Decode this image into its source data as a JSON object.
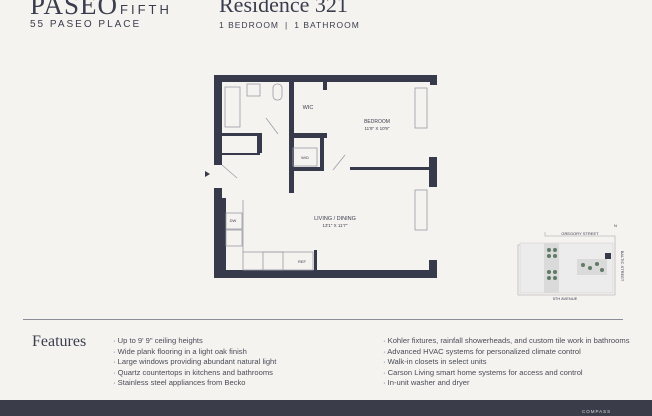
{
  "header": {
    "logo_main": "PASEO",
    "logo_sub": "FIFTH",
    "address": "55 PASEO PLACE",
    "residence": "Residence 321",
    "bedrooms": "1 BEDROOM",
    "separator": "|",
    "bathrooms": "1 BATHROOM"
  },
  "floorplan": {
    "rooms": {
      "wic": "WIC",
      "bedroom": "BEDROOM",
      "bedroom_dims": "11'9\" X 10'9\"",
      "wd": "W/D",
      "living": "LIVING / DINING",
      "living_dims": "13'1\" X 11'7\"",
      "dw": "DW",
      "ref": "REF"
    },
    "wall_color": "#363a4a"
  },
  "keyplan": {
    "street_top": "GREGORY STREET",
    "street_right": "BALTIC STREET",
    "street_bottom": "5TH AVENUE",
    "north": "N"
  },
  "features": {
    "title": "Features",
    "col1": [
      "Up to 9' 9\" ceiling heights",
      "Wide plank flooring in a light oak finish",
      "Large windows providing abundant natural light",
      "Quartz countertops in kitchens and bathrooms",
      "Stainless steel appliances from Becko"
    ],
    "col2": [
      "Kohler fixtures, rainfall showerheads, and custom tile work in bathrooms",
      "Advanced HVAC systems for personalized climate control",
      "Walk-in closets in select units",
      "Carson Living smart home systems for access and control",
      "In-unit washer and dryer"
    ]
  },
  "footer": {
    "brand": "COMPASS"
  }
}
